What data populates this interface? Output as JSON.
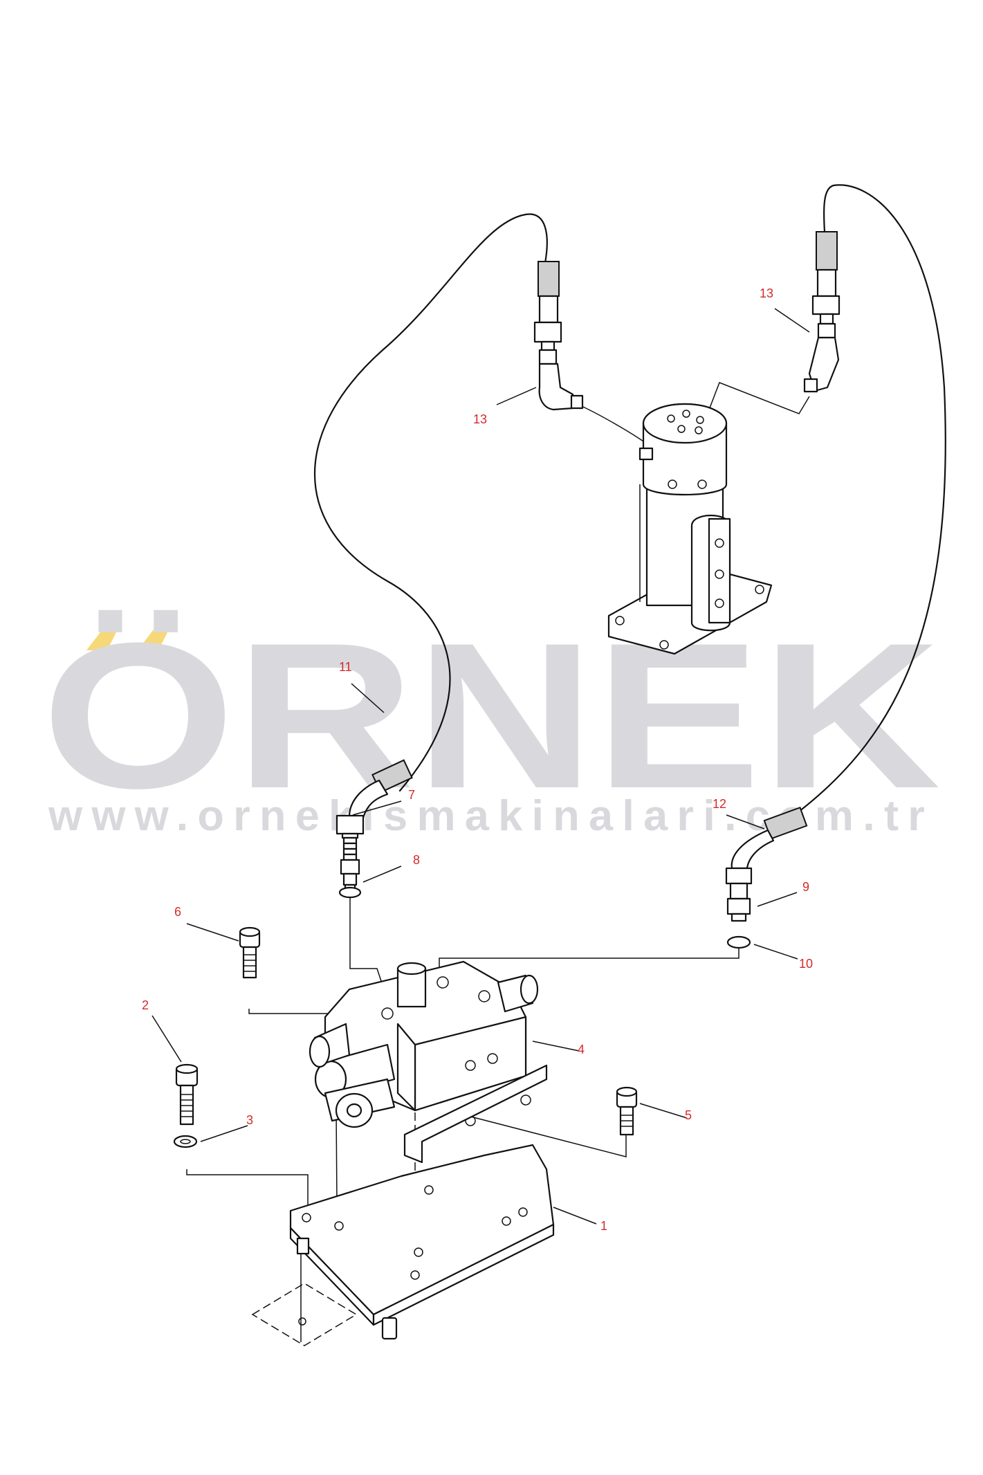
{
  "watermark": {
    "brand": "ÖRNEK",
    "url": "www.ornekismakinalari.com.tr",
    "accent_color": "#f6d878",
    "text_color": "#d9d9dd"
  },
  "callouts": {
    "p1": "1",
    "p2": "2",
    "p3": "3",
    "p4": "4",
    "p5": "5",
    "p6": "6",
    "p7": "7",
    "p8": "8",
    "p9": "9",
    "p10": "10",
    "p11": "11",
    "p12": "12",
    "p13a": "13",
    "p13b": "13"
  },
  "callout_color": "#d42a2a"
}
